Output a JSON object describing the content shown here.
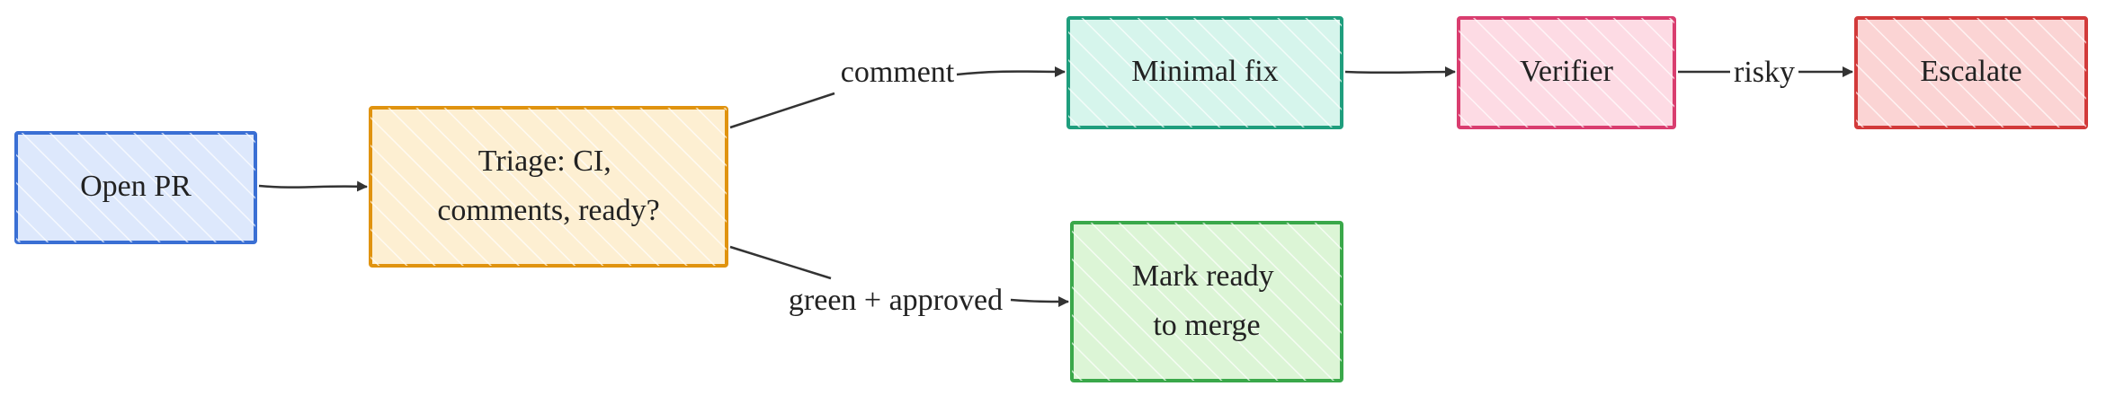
{
  "nodes": [
    {
      "id": "open-pr",
      "lines": [
        "Open PR"
      ],
      "stroke": "#3a6fd4",
      "fill": "#dde8fc"
    },
    {
      "id": "triage",
      "lines": [
        "Triage: CI,",
        "comments, ready?"
      ],
      "stroke": "#e0930f",
      "fill": "#fdefd2"
    },
    {
      "id": "minimal-fix",
      "lines": [
        "Minimal fix"
      ],
      "stroke": "#1f9e7d",
      "fill": "#d6f5ec"
    },
    {
      "id": "verifier",
      "lines": [
        "Verifier"
      ],
      "stroke": "#d93d6f",
      "fill": "#fddbe4"
    },
    {
      "id": "escalate",
      "lines": [
        "Escalate"
      ],
      "stroke": "#d23a3a",
      "fill": "#fbd4d4"
    },
    {
      "id": "mark-ready",
      "lines": [
        "Mark ready",
        "to merge"
      ],
      "stroke": "#3aa84a",
      "fill": "#dcf5d6"
    }
  ],
  "edges": [
    {
      "from": "open-pr",
      "to": "triage",
      "label": ""
    },
    {
      "from": "triage",
      "to": "minimal-fix",
      "label": "comment"
    },
    {
      "from": "triage",
      "to": "mark-ready",
      "label": "green + approved"
    },
    {
      "from": "minimal-fix",
      "to": "verifier",
      "label": ""
    },
    {
      "from": "verifier",
      "to": "escalate",
      "label": "risky"
    }
  ],
  "colors": {
    "edge": "#333333",
    "text": "#222222"
  }
}
